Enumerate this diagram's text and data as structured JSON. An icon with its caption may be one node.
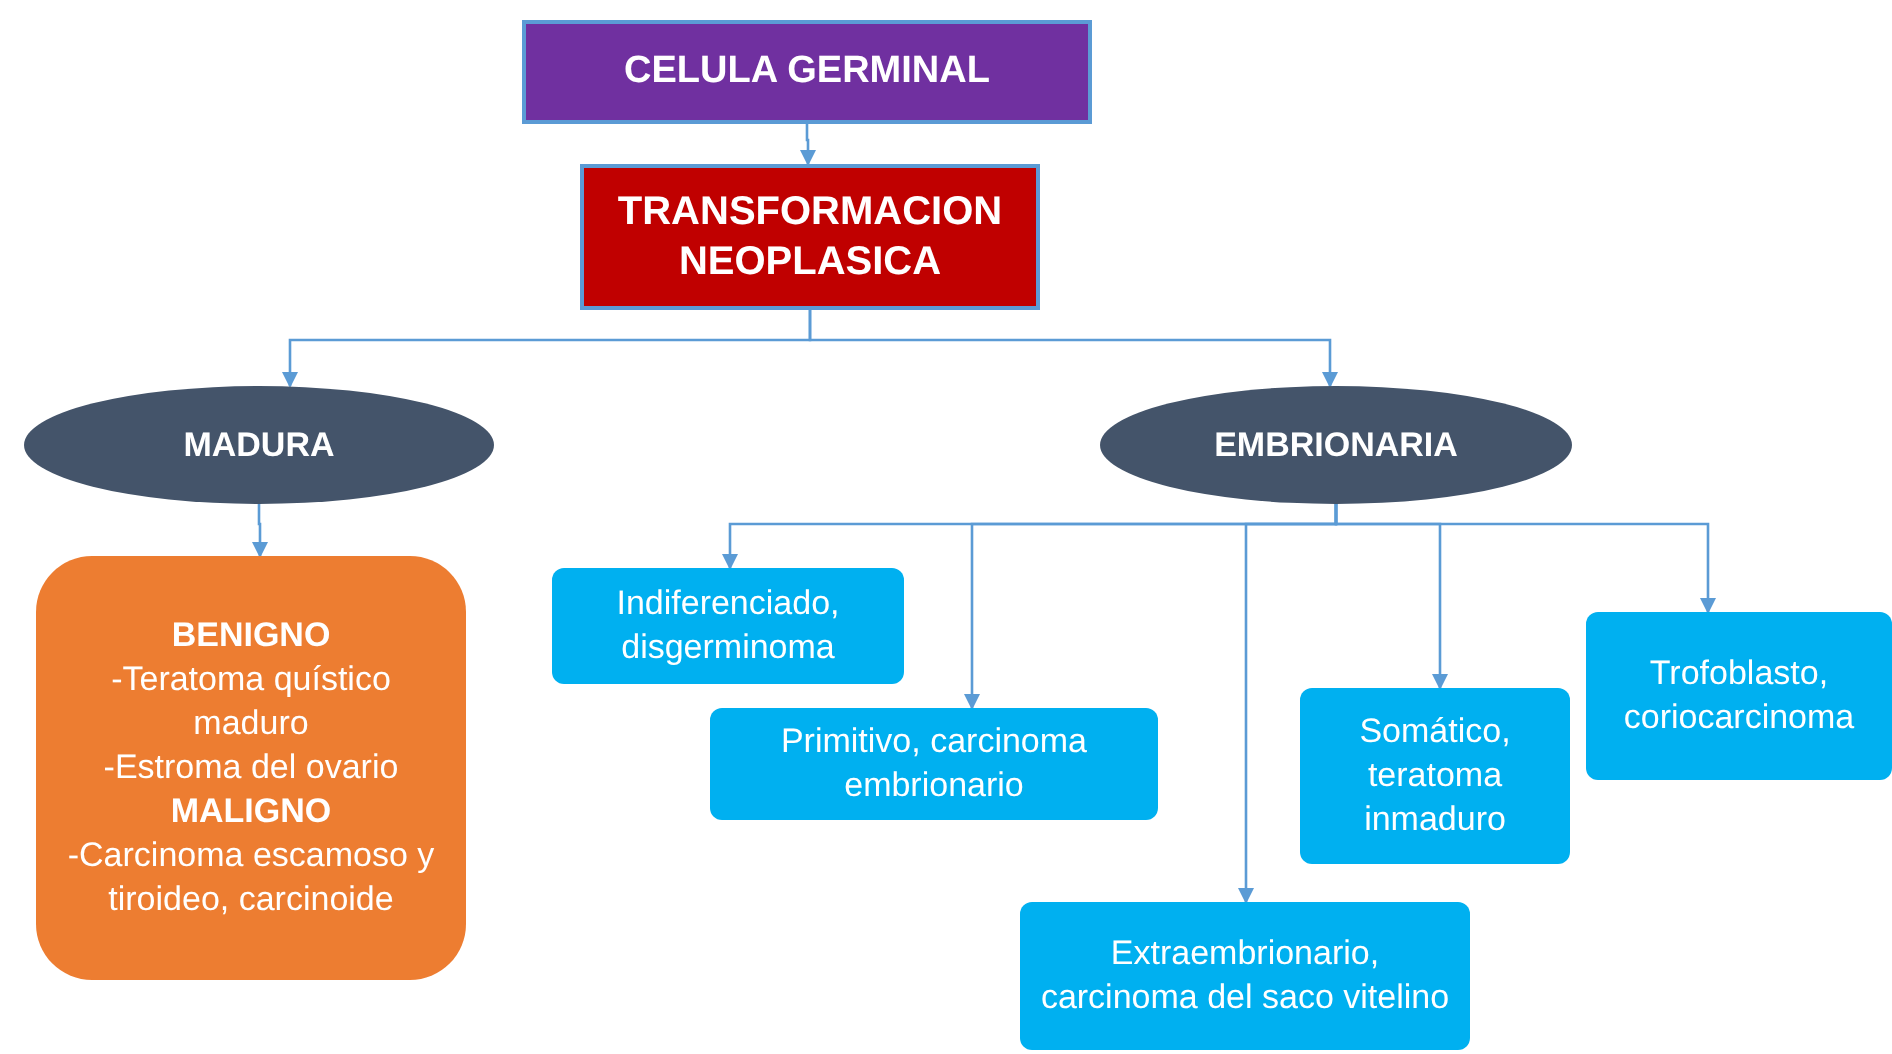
{
  "diagram": {
    "nodes": [
      {
        "text": [
          "CELULA GERMINAL"
        ]
      },
      {
        "text": [
          "TRANSFORMACION NEOPLASICA"
        ]
      },
      {
        "text": [
          "MADURA"
        ]
      },
      {
        "text": [
          "EMBRIONARIA"
        ]
      },
      {
        "text": [
          "BENIGNO",
          "-Teratoma quístico maduro",
          "-Estroma del ovario",
          "MALIGNO",
          "-Carcinoma escamoso y tiroideo, carcinoide"
        ]
      },
      {
        "text": [
          "Indiferenciado, disgerminoma"
        ]
      },
      {
        "text": [
          "Primitivo, carcinoma embrionario"
        ]
      },
      {
        "text": [
          "Extraembrionario, carcinoma del saco vitelino"
        ]
      },
      {
        "text": [
          "Somático, teratoma inmaduro"
        ]
      },
      {
        "text": [
          "Trofoblasto, coriocarcinoma"
        ]
      }
    ],
    "edges": [
      {
        "from": 0,
        "to": 1,
        "arrow": "to"
      },
      {
        "from": 1,
        "to": 2,
        "arrow": "to"
      },
      {
        "from": 1,
        "to": 3,
        "arrow": "to"
      },
      {
        "from": 2,
        "to": 4,
        "arrow": "to"
      },
      {
        "from": 3,
        "to": 5,
        "arrow": "to"
      },
      {
        "from": 3,
        "to": 6,
        "arrow": "to"
      },
      {
        "from": 3,
        "to": 7,
        "arrow": "to"
      },
      {
        "from": 3,
        "to": 8,
        "arrow": "to"
      },
      {
        "from": 3,
        "to": 9,
        "arrow": "to"
      }
    ]
  }
}
